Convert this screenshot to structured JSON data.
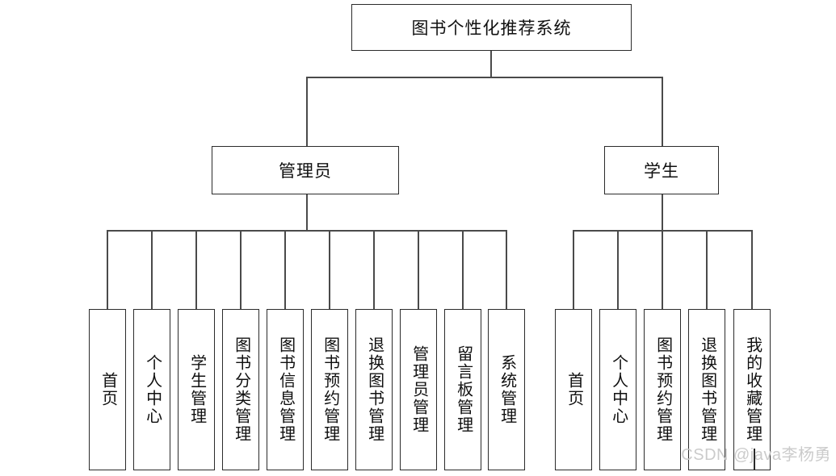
{
  "diagram": {
    "type": "tree",
    "title": "图书个性化推荐系统",
    "root": {
      "label": "图书个性化推荐系统"
    },
    "branches": [
      {
        "label": "管理员",
        "leaves": [
          "首页",
          "个人中心",
          "学生管理",
          "图书分类管理",
          "图书信息管理",
          "图书预约管理",
          "退换图书管理",
          "管理员管理",
          "留言板管理",
          "系统管理"
        ]
      },
      {
        "label": "学生",
        "leaves": [
          "首页",
          "个人中心",
          "图书预约管理",
          "退换图书管理",
          "我的收藏管理"
        ]
      }
    ]
  },
  "watermark": {
    "text": "CSDN @java李杨勇"
  },
  "colors": {
    "background": "#ffffff",
    "box_border": "#2b2b2b",
    "connector": "#4a4a4a",
    "text": "#101010",
    "watermark": "#c9c9c9"
  }
}
